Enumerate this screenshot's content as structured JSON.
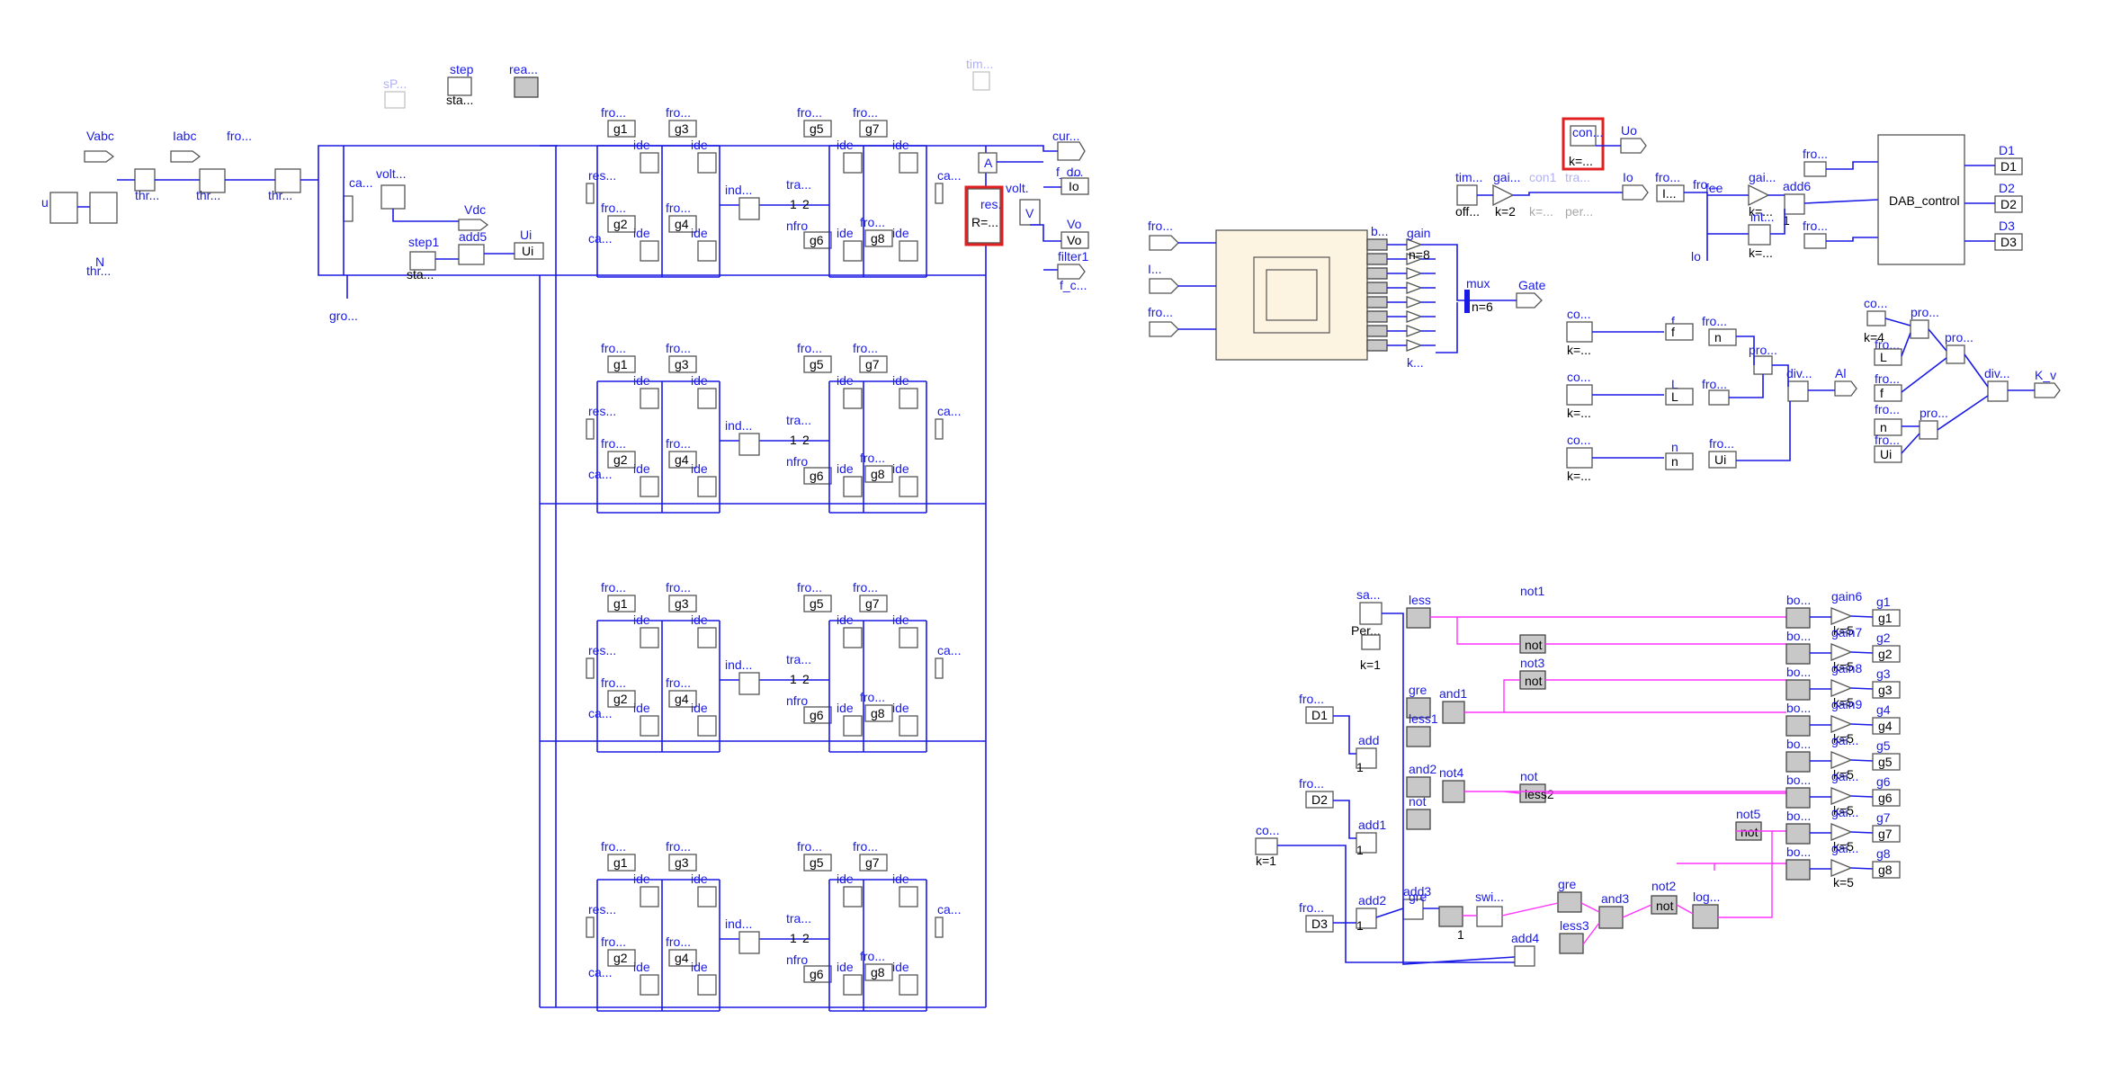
{
  "diagram": {
    "left_labels": [
      "Vabc",
      "Iabc",
      "fro...",
      "thr...",
      "thr...",
      "thr...",
      "N",
      "thr...",
      "ca...",
      "volt...",
      "Vdc",
      "add5",
      "Ui",
      "Ui",
      "step1",
      "sta...",
      "gro...",
      "step",
      "sta...",
      "rea...",
      "sP..."
    ],
    "bridge_labels": [
      "fro...",
      "g1",
      "g3",
      "g2",
      "g4",
      "fro...",
      "g5",
      "g7",
      "g6",
      "g8",
      "ide",
      "res...",
      "ca...",
      "ind...",
      "tra...",
      "1",
      "2",
      "nfro",
      "volt...",
      "ca..."
    ],
    "output_labels": [
      "tim...",
      "cur...",
      "f_c...",
      "Io",
      "Io",
      "res.",
      "R=...",
      "volt.",
      "Vo",
      "Vo",
      "filter1",
      "f_c...",
      "A",
      "V"
    ],
    "fpga_inputs": [
      "fro...",
      "I...",
      "fro..."
    ],
    "fpga_outputs": [
      "b...",
      "gain",
      "n=8",
      "mux",
      "n=6",
      "Gate",
      "k..."
    ],
    "const_block": {
      "label": "con...",
      "value": "k=...",
      "out": "Uo"
    },
    "control_row": [
      "tim...",
      "off...",
      "gai...",
      "k=2",
      "con1",
      "k=...",
      "tra...",
      "per...",
      "Io",
      "fro...",
      "I...",
      "fro...",
      "fee",
      "lo",
      "gai...",
      "k=...",
      "add6",
      "1",
      "int...",
      "k=...",
      "fro...",
      "fro...",
      "DAB_control"
    ],
    "dab_outputs": [
      "D1",
      "D1",
      "D2",
      "D2",
      "D3",
      "D3"
    ],
    "param_blocks": [
      "co...",
      "k=...",
      "f",
      "fro...",
      "n",
      "pro...",
      "co...",
      "k=...",
      "L",
      "L",
      "fro...",
      "div...",
      "Al",
      "co...",
      "k=...",
      "n",
      "n",
      "fro...",
      "Ui",
      "co...",
      "k=4",
      "pro...",
      "fro...",
      "L",
      "pro...",
      "fro...",
      "f",
      "div...",
      "K_v",
      "fro...",
      "n",
      "pro...",
      "fro...",
      "Ui"
    ],
    "pwm_left": [
      "sa...",
      "Per...",
      "k=1",
      "fro...",
      "D1",
      "add",
      "1",
      "fro...",
      "D2",
      "add1",
      "1",
      "co...",
      "k=1",
      "fro...",
      "D3",
      "add2",
      "1",
      "add3",
      "add4"
    ],
    "pwm_logic": [
      "less",
      "not1",
      "not",
      "not3",
      "not",
      "gre",
      "and1",
      "less1",
      "gre",
      "and2",
      "not4",
      "not",
      "less2",
      "gre",
      "swi...",
      "1",
      "gre",
      "and3",
      "not2",
      "not",
      "less3",
      "log...",
      "not5",
      "not"
    ],
    "pwm_outputs": [
      {
        "bo": "bo...",
        "gain": "gain6",
        "k": "k=5",
        "g": "g1"
      },
      {
        "bo": "bo...",
        "gain": "gain7",
        "k": "k=5",
        "g": "g2"
      },
      {
        "bo": "bo...",
        "gain": "gain8",
        "k": "k=5",
        "g": "g3"
      },
      {
        "bo": "bo...",
        "gain": "gain9",
        "k": "k=5",
        "g": "g4"
      },
      {
        "bo": "bo...",
        "gain": "gai...",
        "k": "k=5",
        "g": "g5"
      },
      {
        "bo": "bo...",
        "gain": "gai...",
        "k": "k=5",
        "g": "g6"
      },
      {
        "bo": "bo...",
        "gain": "gai...",
        "k": "k=5",
        "g": "g7"
      },
      {
        "bo": "bo...",
        "gain": "gai...",
        "k": "k=5",
        "g": "g8"
      }
    ],
    "colors": {
      "wire": "#1a1ae6",
      "logic_wire": "#ff33ff",
      "highlight": "#e02020",
      "fpga_fill": "#fdf3e1"
    }
  }
}
